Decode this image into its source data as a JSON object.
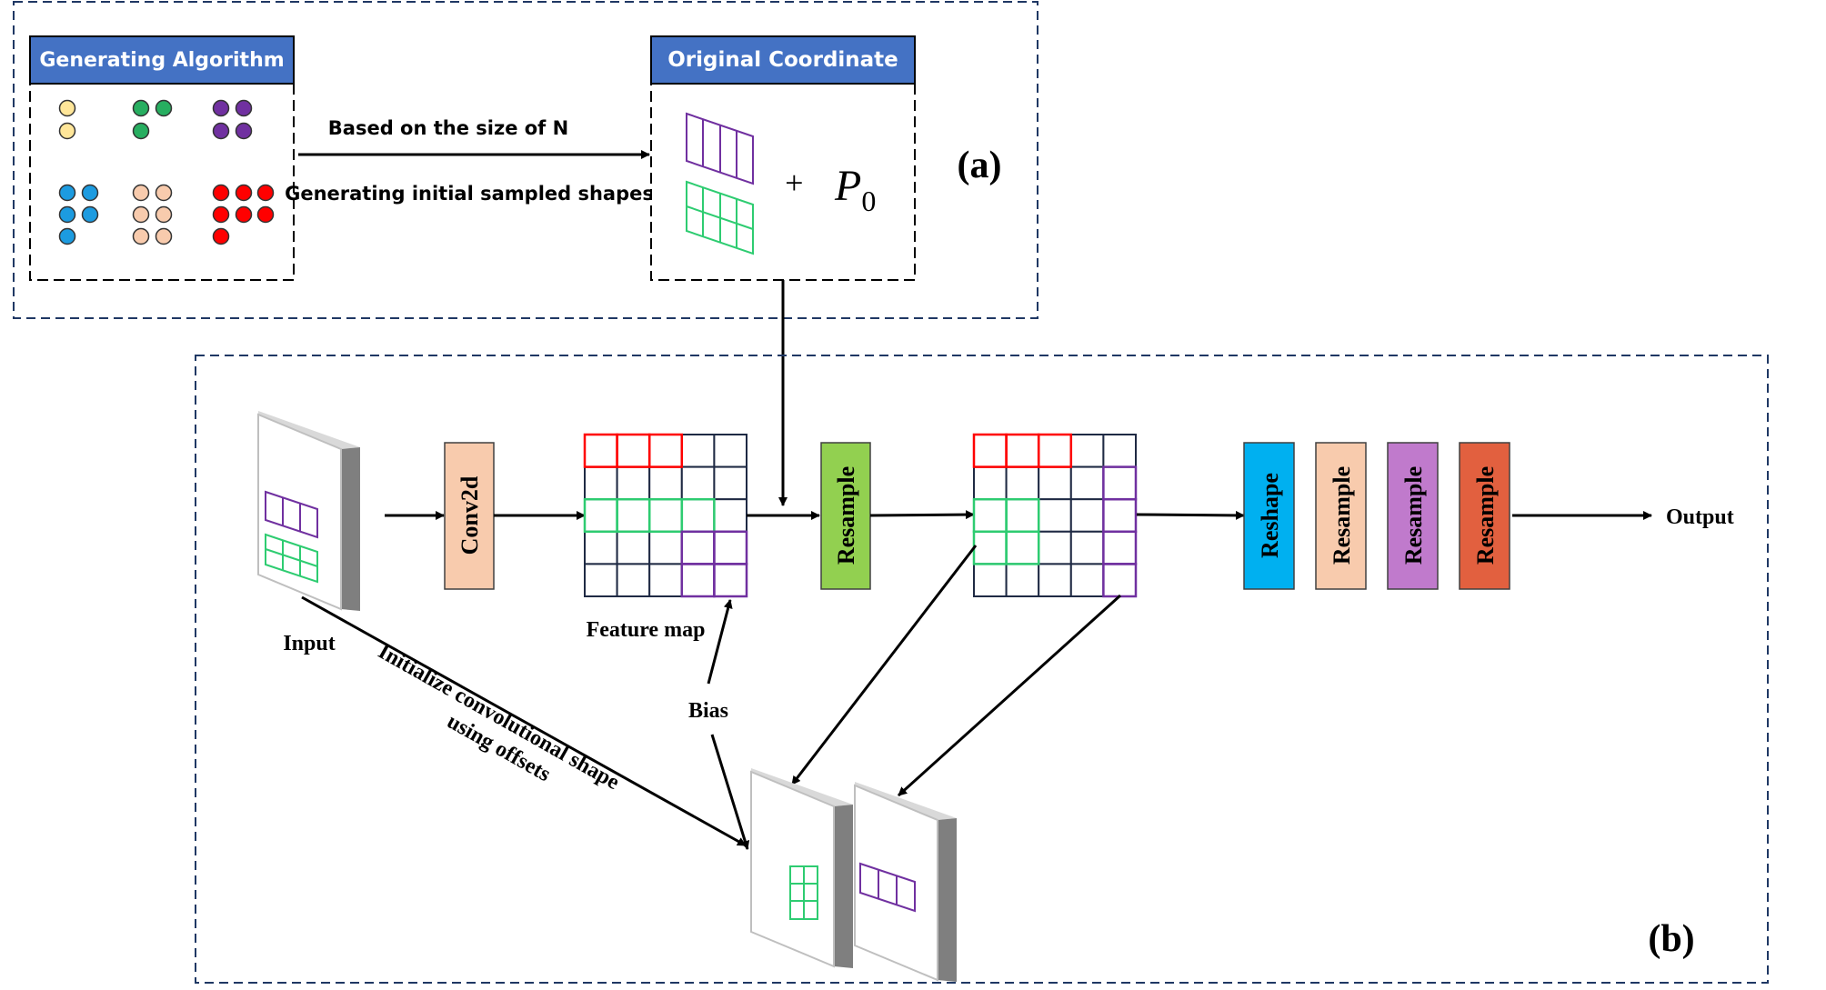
{
  "panel_a": {
    "tag": "(a)",
    "generating_box": {
      "title": "Generating Algorithm"
    },
    "original_box": {
      "title": "Original Coordinate",
      "plus": "+",
      "p_symbol": "P",
      "p_subscript": "0"
    },
    "arrow_label_top": "Based on the size of N",
    "arrow_label_bottom": "Generating initial sampled shapes"
  },
  "panel_b": {
    "tag": "(b)",
    "input_label": "Input",
    "conv_label": "Conv2d",
    "feature_map_label": "Feature map",
    "resample_label": "Resample",
    "bias_label": "Bias",
    "offset_label_line1": "Initialize convolutional shape",
    "offset_label_line2": "using offsets",
    "output_label": "Output",
    "stack_blocks": [
      {
        "label": "Reshape",
        "color": "#00B0F0"
      },
      {
        "label": "Resample",
        "color": "#F8CBAD"
      },
      {
        "label": "Resample",
        "color": "#C07ACC"
      },
      {
        "label": "Resample",
        "color": "#E2603F"
      }
    ]
  },
  "colors": {
    "dashed_border": "#1F3864",
    "box_header": "#4472C4",
    "conv": "#F8CBAD",
    "resample_green": "#92D050",
    "grid_red": "#FF0000",
    "grid_green": "#2ECC71",
    "grid_purple": "#7030A0",
    "grid_navy": "#1F2A44"
  },
  "dot_colors": [
    "#FFE699",
    "#27AE60",
    "#7030A0",
    "#1C9BE0",
    "#F8CBAD",
    "#FF0000"
  ]
}
